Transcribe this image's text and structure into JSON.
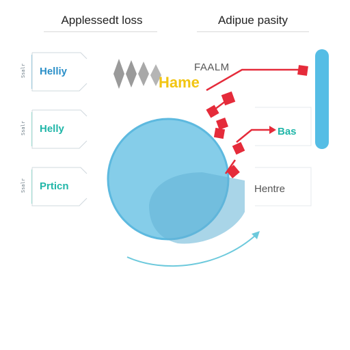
{
  "headers": {
    "left": "Applessedt loss",
    "right": "Adipue pasity"
  },
  "left_cards": [
    {
      "label": "Helliy",
      "side_text": "Ssalr",
      "color": "#2a8fc8"
    },
    {
      "label": "Helly",
      "side_text": "Ssalr",
      "color": "#20b6a8"
    },
    {
      "label": "Prticn",
      "side_text": "Ssalr",
      "color": "#20b6a8"
    }
  ],
  "labels": {
    "famlm": "FAALM",
    "hame": "Hame",
    "bas": "Bas",
    "hentre": "Hentre"
  },
  "colors": {
    "circle": "#7fcbe8",
    "circle_edge": "#5eb8e0",
    "arrow_red": "#e52b3a",
    "bar_blue": "#55bde5",
    "accent_yellow": "#f2c512",
    "accent_teal": "#20b6a8",
    "arc_teal": "#6cc9dc"
  },
  "icons": [
    "diamond-icon",
    "red-square-icon",
    "vertical-bar-icon"
  ]
}
